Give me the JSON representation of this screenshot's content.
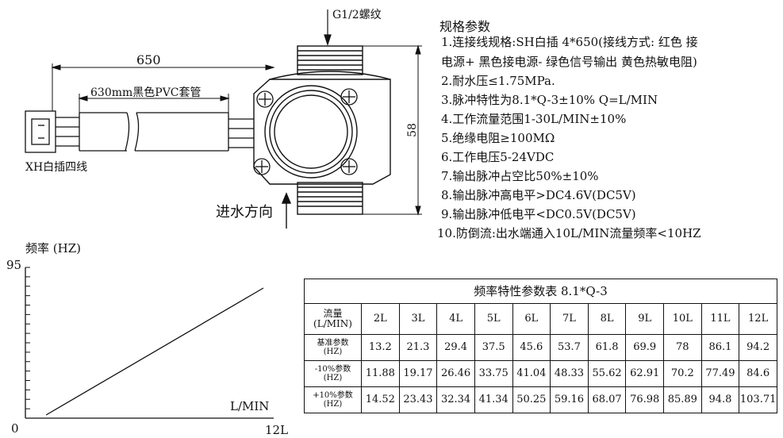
{
  "diagram": {
    "thread_label": "G1/2螺纹",
    "dim_650": "650",
    "pvc_label": "630mm黑色PVC套管",
    "connector_label": "XH白插四线",
    "height_label": "58",
    "inlet_label": "进水方向"
  },
  "specs": {
    "title": "规格参数",
    "lines": [
      "1.连接线规格:SH白插 4*650(接线方式: 红色   接",
      "电源+ 黑色接电源- 绿色信号输出 黄色热敏电阻)",
      "2.耐水压≤1.75MPa.",
      "3.脉冲特性为8.1*Q-3±10% Q=L/MIN",
      "4.工作流量范围1-30L/MIN±10%",
      "5.绝缘电阻≥100MΩ",
      "6.工作电压5-24VDC",
      "7.输出脉冲占空比50%±10%",
      "8.输出脉冲高电平>DC4.6V(DC5V)",
      "9.输出脉冲低电平<DC0.5V(DC5V)",
      "10.防倒流:出水端通入10L/MIN流量频率<10HZ"
    ]
  },
  "chart_data": {
    "type": "line",
    "ylabel": "频率 (HZ)",
    "xlabel": "L/MIN",
    "y_top_label": "95",
    "origin_label": "0",
    "x_end_label": "12L",
    "xlim": [
      0,
      12
    ],
    "ylim": [
      0,
      95
    ],
    "x": [
      1,
      11.5
    ],
    "values": [
      2,
      82
    ]
  },
  "table": {
    "title": "频率特性参数表 8.1*Q-3",
    "flow_header": [
      "流量",
      "(L/MIN)"
    ],
    "flows": [
      "2L",
      "3L",
      "4L",
      "5L",
      "6L",
      "7L",
      "8L",
      "9L",
      "10L",
      "11L",
      "12L"
    ],
    "rows": [
      {
        "label": [
          "基准参数",
          "(HZ)"
        ],
        "values": [
          "13.2",
          "21.3",
          "29.4",
          "37.5",
          "45.6",
          "53.7",
          "61.8",
          "69.9",
          "78",
          "86.1",
          "94.2"
        ]
      },
      {
        "label": [
          "-10%参数",
          "(HZ)"
        ],
        "values": [
          "11.88",
          "19.17",
          "26.46",
          "33.75",
          "41.04",
          "48.33",
          "55.62",
          "62.91",
          "70.2",
          "77.49",
          "84.6"
        ]
      },
      {
        "label": [
          "+10%参数",
          "(HZ)"
        ],
        "values": [
          "14.52",
          "23.43",
          "32.34",
          "41.34",
          "50.25",
          "59.16",
          "68.07",
          "76.98",
          "85.89",
          "94.8",
          "103.71"
        ]
      }
    ]
  }
}
